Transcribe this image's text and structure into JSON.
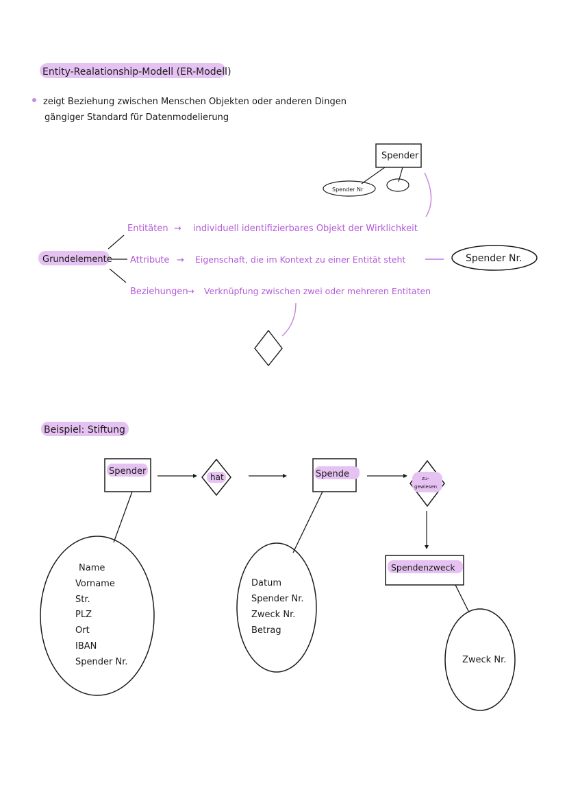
{
  "title": "Entity-Realationship-Modell (ER-Modell)",
  "intro": {
    "line1": "zeigt Beziehung zwischen Menschen Objekten oder anderen Dingen",
    "line2": "gängiger Standard für Datenmodelierung"
  },
  "legend": {
    "entity_example": "Spender",
    "attribute_small": "Spender Nr"
  },
  "grundelemente": {
    "label": "Grundelemente",
    "entitaeten": {
      "term": "Entitäten",
      "arrow": "→",
      "desc": "individuell identifizierbares Objekt der Wirklichkeit"
    },
    "attribute": {
      "term": "Attribute",
      "arrow": "→",
      "desc": "Eigenschaft, die im Kontext zu einer Entität steht",
      "example": "Spender Nr."
    },
    "beziehungen": {
      "term": "Beziehungen",
      "arrow": "→",
      "desc": "Verknüpfung zwischen zwei oder mehreren Entitaten"
    }
  },
  "beispiel": {
    "title": "Beispiel: Stiftung",
    "spender": {
      "label": "Spender",
      "attributes": [
        "Name",
        "Vorname",
        "Str.",
        "PLZ",
        "Ort",
        "IBAN",
        "Spender Nr."
      ]
    },
    "relation_hat": "hat",
    "spende": {
      "label": "Spende",
      "attributes": [
        "Datum",
        "Spender Nr.",
        "Zweck Nr.",
        "Betrag"
      ]
    },
    "relation_zugewiesen": {
      "line1": "zu-",
      "line2": "gewiesen"
    },
    "spendenzweck": {
      "label": "Spendenzweck",
      "attributes": [
        "Zweck Nr."
      ]
    }
  },
  "colors": {
    "ink": "#1a1a1a",
    "accent_text": "#b45ad8",
    "highlight": "#e6c2f2"
  }
}
